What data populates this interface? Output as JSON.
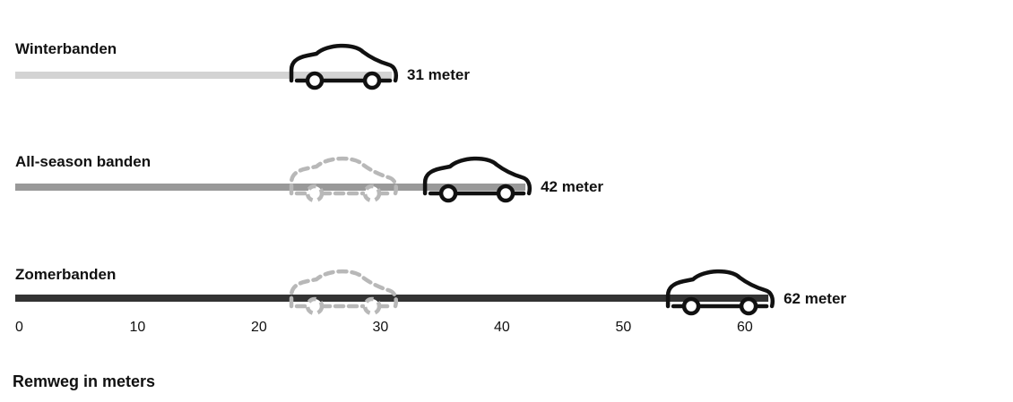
{
  "chart_data": {
    "type": "bar",
    "orientation": "horizontal",
    "categories": [
      "Winterbanden",
      "All-season banden",
      "Zomerbanden"
    ],
    "values": [
      31,
      42,
      62
    ],
    "value_labels": [
      "31 meter",
      "42 meter",
      "62 meter"
    ],
    "colors": [
      "#d3d3d3",
      "#999999",
      "#333333"
    ],
    "ghost_car_value": 31,
    "xlabel": "Remweg in meters",
    "ylabel": "",
    "xlim": [
      0,
      62
    ],
    "xticks": [
      0,
      10,
      20,
      30,
      40,
      50,
      60
    ],
    "grid": false,
    "legend": "none"
  },
  "icons": {
    "car": "car-icon",
    "ghost_car": "ghost-car-icon"
  }
}
